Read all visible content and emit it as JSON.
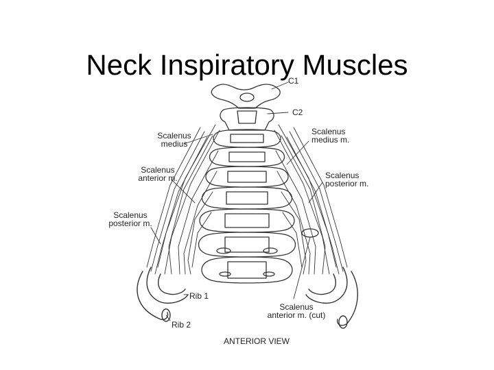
{
  "title": "Neck Inspiratory Muscles",
  "diagram": {
    "labels": {
      "c1": "C1",
      "c2": "C2",
      "scalenus_medius_left": [
        "Scalenus",
        "medius"
      ],
      "scalenus_anterior_left": [
        "Scalenus",
        "anterior m."
      ],
      "scalenus_posterior_left": [
        "Scalenus",
        "posterior m."
      ],
      "scalenus_medius_right": [
        "Scalenus",
        "medius m."
      ],
      "scalenus_posterior_right": [
        "Scalenus",
        "posterior m."
      ],
      "rib1": "Rib 1",
      "rib2": "Rib 2",
      "scalenus_anterior_cut": [
        "Scalenus",
        "anterior m. (cut)"
      ],
      "view": "ANTERIOR VIEW"
    }
  }
}
